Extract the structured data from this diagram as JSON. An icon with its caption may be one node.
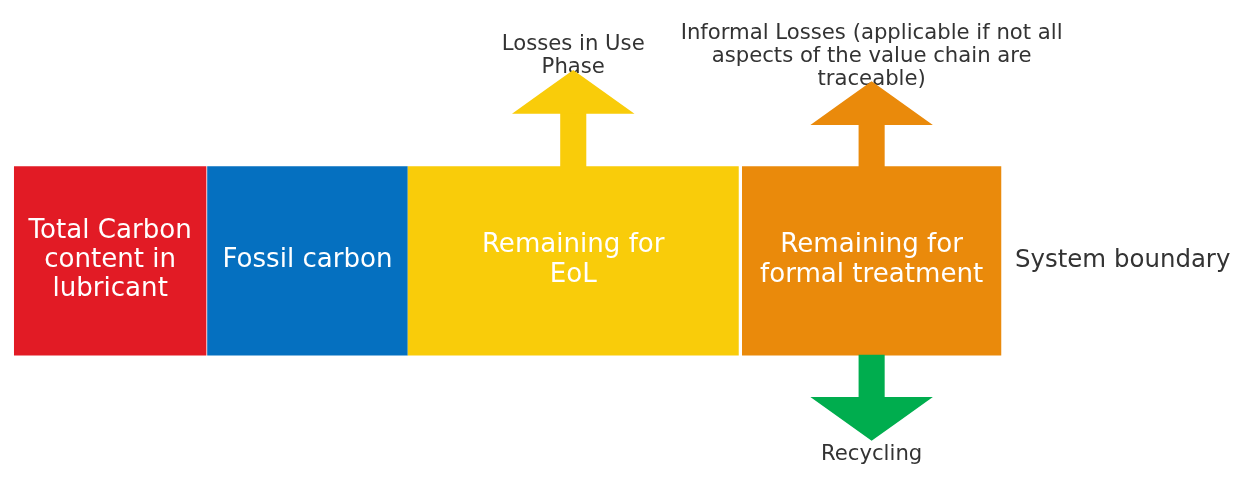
{
  "diagram": {
    "nodes": [
      {
        "text": [
          "Total Carbon content in lubricant"
        ]
      },
      {
        "text": [
          "Fossil carbon"
        ]
      },
      {
        "text": [
          "Remaining for EoL"
        ]
      },
      {
        "text": [
          "Remaining for formal treatment"
        ]
      },
      {
        "text": [
          "Losses in Use Phase"
        ]
      },
      {
        "text": [
          "Informal Losses (applicable if not all aspects of the value chain are traceable)"
        ]
      },
      {
        "text": [
          "Recycling"
        ]
      }
    ],
    "edges": [
      {
        "from": 2,
        "to": 4,
        "arrow": "to",
        "color": "#f9cc0a"
      },
      {
        "from": 3,
        "to": 5,
        "arrow": "to",
        "color": "#ea8a0b"
      },
      {
        "from": 3,
        "to": 6,
        "arrow": "to",
        "color": "#00ad4e"
      }
    ],
    "labels": [
      "System boundary"
    ]
  }
}
